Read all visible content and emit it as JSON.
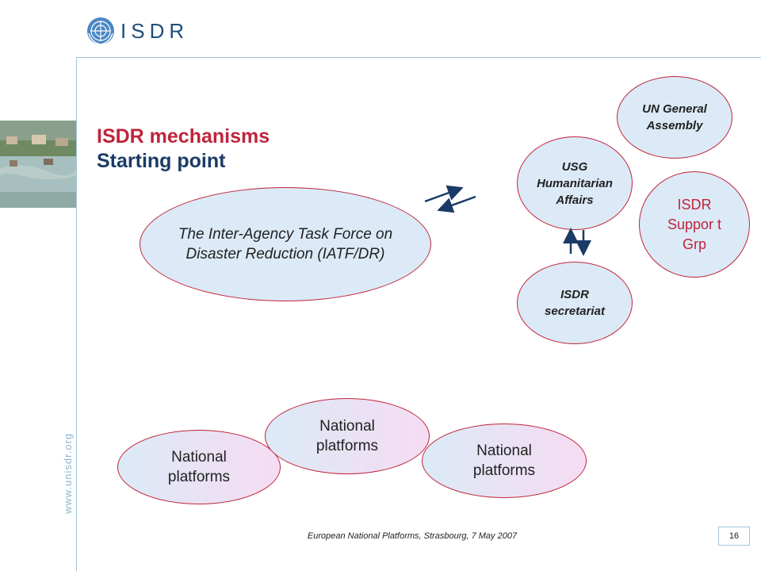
{
  "header": {
    "logo_text": "ISDR",
    "emblem_icon": "un-emblem-icon"
  },
  "sidebar": {
    "url": "www.unisdr.org",
    "photo_icon": "flood-photo-icon"
  },
  "title": {
    "line1": "ISDR mechanisms",
    "line2": "Starting point"
  },
  "nodes": {
    "iatf": "The Inter-Agency Task Force on Disaster Reduction (IATF/DR)",
    "un_general_assembly": "UN General Assembly",
    "usg": "USG Humanitarian Affairs",
    "support_group": "ISDR Suppor t Grp",
    "secretariat": "ISDR secretariat",
    "national_1": "National platforms",
    "national_2": "National platforms",
    "national_3": "National platforms"
  },
  "footer": {
    "caption": "European National Platforms, Strasbourg, 7 May 2007",
    "page_number": "16"
  },
  "colors": {
    "accent_red": "#c0243b",
    "navy": "#1b3b66",
    "ellipse_fill": "#dbeaf6",
    "rule": "#9fc6dc"
  }
}
